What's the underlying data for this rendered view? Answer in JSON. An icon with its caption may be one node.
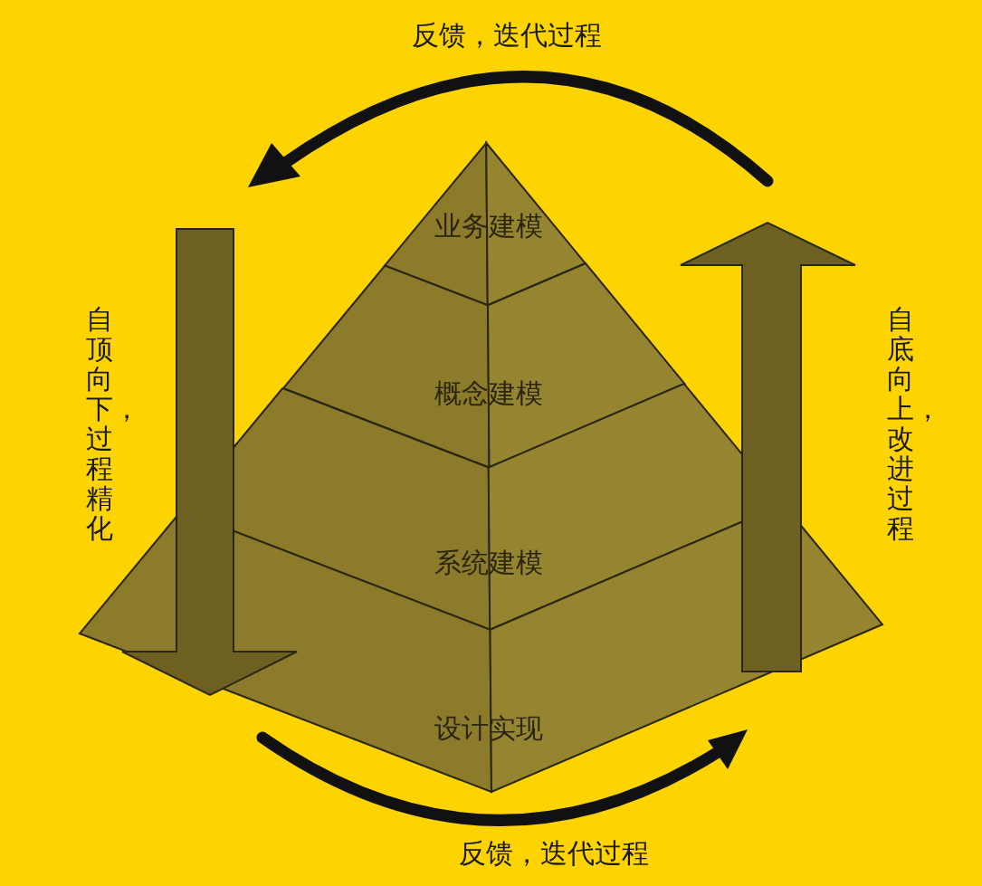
{
  "diagram": {
    "nodes": [
      {
        "text": [
          "业务建模"
        ]
      },
      {
        "text": [
          "概念建模"
        ]
      },
      {
        "text": [
          "系统建模"
        ]
      },
      {
        "text": [
          "设计实现"
        ]
      }
    ],
    "labels": [
      "反馈，迭代过程",
      "自顶向下，过程精化",
      "自底向上，改进过程",
      "反馈，迭代过程"
    ]
  }
}
